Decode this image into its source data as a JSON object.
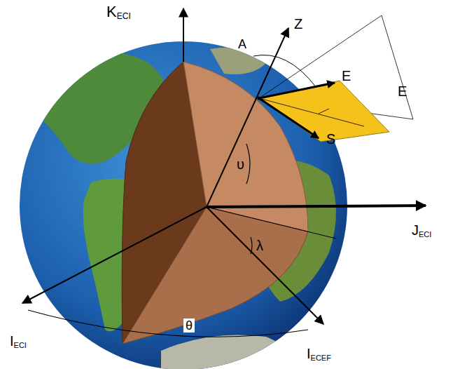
{
  "diagram": {
    "labels": [
      "KECI",
      "Z",
      "A",
      "E",
      "E",
      "S",
      "υ",
      "λ",
      "JECI",
      "IECI",
      "θ",
      "IECEF"
    ]
  }
}
